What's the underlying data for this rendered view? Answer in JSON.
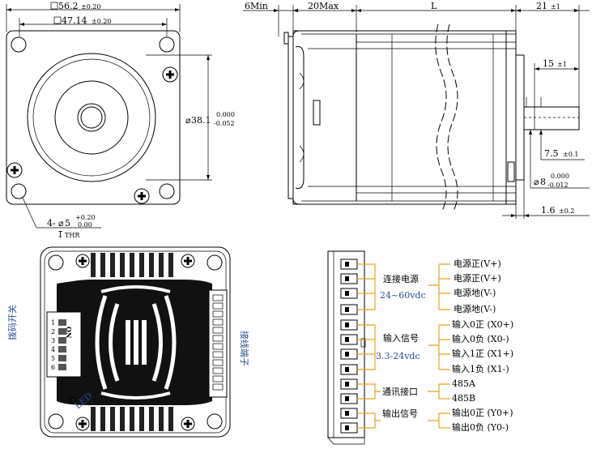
{
  "front_view": {
    "dim_outer": "56.2",
    "dim_outer_tol": "±0.20",
    "dim_hole_spacing": "47.14",
    "dim_hole_spacing_tol": "±0.20",
    "dim_pilot": "38.1",
    "dim_pilot_tol_upper": "0.000",
    "dim_pilot_tol_lower": "-0.052",
    "hole_callout": "4-",
    "hole_dia": "5",
    "hole_tol_upper": "+0.20",
    "hole_tol_lower": "0.00",
    "hole_depth": "THR"
  },
  "side_view": {
    "dim_6min": "6Min",
    "dim_20max": "20Max",
    "dim_L": "L",
    "dim_21": "21",
    "dim_21_tol": "±1",
    "dim_15": "15",
    "dim_15_tol": "±1",
    "dim_7_5": "7.5",
    "dim_7_5_tol": "±0.1",
    "dim_shaft": "8",
    "dim_shaft_tol_upper": "0.000",
    "dim_shaft_tol_lower": "-0.012",
    "dim_1_6": "1.6",
    "dim_1_6_tol": "±0.2"
  },
  "back_view": {
    "dip_label": "拨码开关",
    "terminal_label": "接线端子",
    "led_label": "LED",
    "on_label": "ON",
    "dip_numbers": [
      "1",
      "2",
      "3",
      "4",
      "5",
      "6"
    ]
  },
  "terminal_diagram": {
    "groups": [
      {
        "title": "连接电源",
        "subtitle": "24~60vdc",
        "pins": [
          "电源正(V+)",
          "电源正(V+)",
          "电源地(V-)",
          "电源地(V-)"
        ]
      },
      {
        "title": "输入信号",
        "subtitle": "3.3-24vdc",
        "pins": [
          "输入0正  (X0+)",
          "输入0负  (X0-)",
          "输入1正  (X1+)",
          "输入1负  (X1-)"
        ]
      },
      {
        "title": "通讯接口",
        "subtitle": "",
        "pins": [
          "485A",
          "485B"
        ]
      },
      {
        "title": "输出信号",
        "subtitle": "",
        "pins": [
          "输出0正  (Y0+)",
          "输出0负  (Y0-)"
        ]
      }
    ],
    "colors": {
      "bracket": "#e8a21f",
      "subtitle": "#2a4d9a"
    }
  }
}
